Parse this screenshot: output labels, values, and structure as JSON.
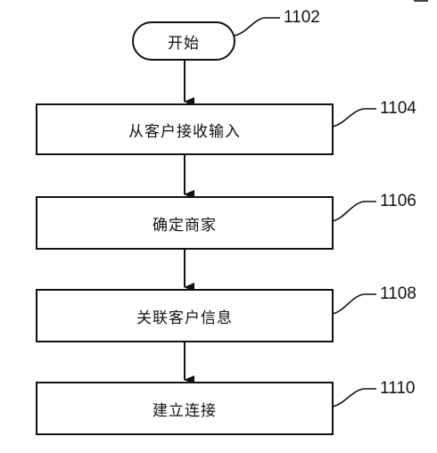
{
  "flowchart": {
    "start": {
      "label": "开始",
      "ref": "1102"
    },
    "steps": [
      {
        "label": "从客户接收输入",
        "ref": "1104"
      },
      {
        "label": "确定商家",
        "ref": "1106"
      },
      {
        "label": "关联客户信息",
        "ref": "1108"
      },
      {
        "label": "建立连接",
        "ref": "1110"
      }
    ]
  }
}
